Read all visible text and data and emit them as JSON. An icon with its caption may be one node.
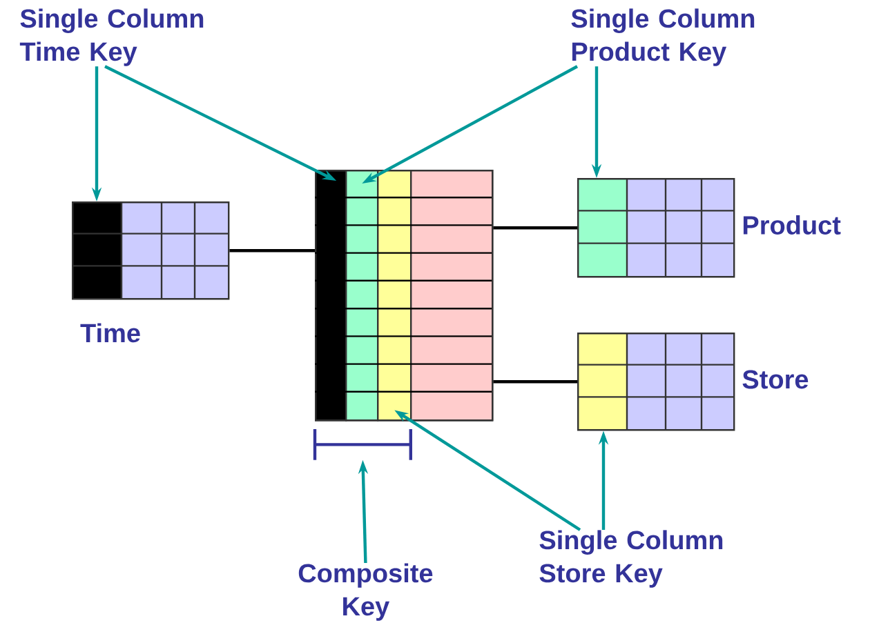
{
  "diagram": {
    "nodes": [
      {
        "text": [
          "Single Column Time Key"
        ]
      },
      {
        "text": [
          "Single Column Product Key"
        ]
      },
      {
        "text": [
          "Time"
        ]
      },
      {
        "text": [],
        "shape": "box"
      },
      {
        "text": [],
        "shape": "bar",
        "in": 3
      },
      {
        "text": [],
        "shape": "bar",
        "in": 3
      },
      {
        "text": [],
        "shape": "bar",
        "in": 3
      },
      {
        "text": [],
        "shape": "bar",
        "in": 3
      },
      {
        "text": [
          "Product"
        ]
      },
      {
        "text": [
          "Store"
        ]
      },
      {
        "text": [],
        "shape": "bracket"
      },
      {
        "text": [
          "Composite Key"
        ]
      },
      {
        "text": [
          "Single Column Store Key"
        ]
      }
    ],
    "edges": [
      {
        "from": 0,
        "to": 2,
        "arrow": "to"
      },
      {
        "from": 0,
        "to": 4,
        "arrow": "to"
      },
      {
        "from": 1,
        "to": 5,
        "arrow": "to"
      },
      {
        "from": 1,
        "to": 8,
        "arrow": "to"
      },
      {
        "from": 12,
        "to": 6,
        "arrow": "to"
      },
      {
        "from": 12,
        "to": 9,
        "arrow": "to"
      },
      {
        "from": 11,
        "to": 10,
        "arrow": "to"
      },
      {
        "from": 2,
        "to": 3,
        "arrow": "none",
        "color": "#000000"
      },
      {
        "from": 3,
        "to": 8,
        "arrow": "none",
        "color": "#000000"
      },
      {
        "from": 3,
        "to": 9,
        "arrow": "none",
        "color": "#000000"
      }
    ]
  }
}
